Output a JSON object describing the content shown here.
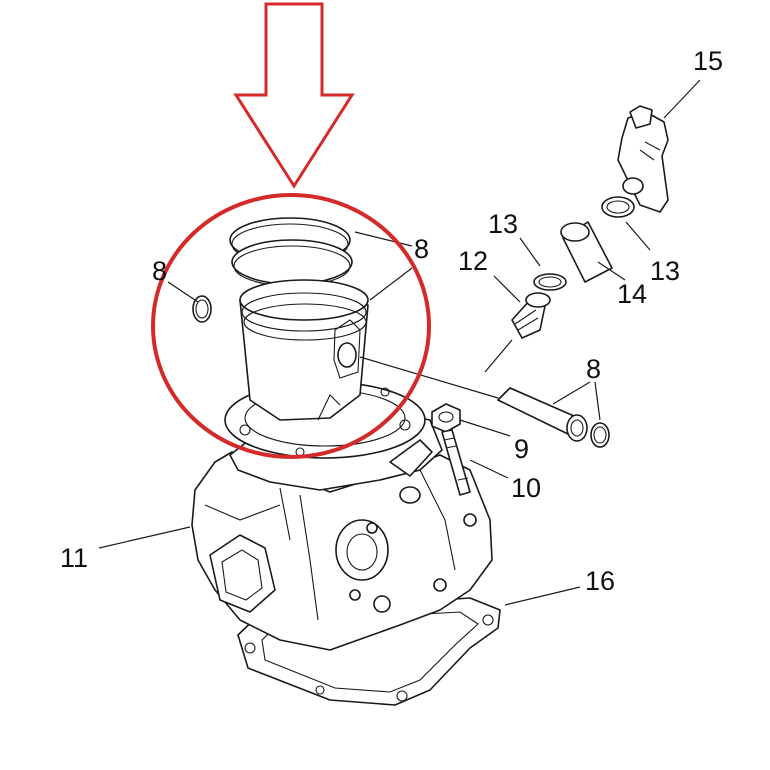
{
  "diagram": {
    "callouts": [
      {
        "id": "8a",
        "text": "8"
      },
      {
        "id": "8b",
        "text": "8"
      },
      {
        "id": "8c",
        "text": "8"
      },
      {
        "id": "9",
        "text": "9"
      },
      {
        "id": "10",
        "text": "10"
      },
      {
        "id": "11",
        "text": "11"
      },
      {
        "id": "12",
        "text": "12"
      },
      {
        "id": "13a",
        "text": "13"
      },
      {
        "id": "13b",
        "text": "13"
      },
      {
        "id": "14",
        "text": "14"
      },
      {
        "id": "15",
        "text": "15"
      },
      {
        "id": "16",
        "text": "16"
      }
    ],
    "highlight": {
      "arrow_color": "#d42a2a",
      "circle_color": "#d42a2a",
      "target": "piston"
    }
  }
}
